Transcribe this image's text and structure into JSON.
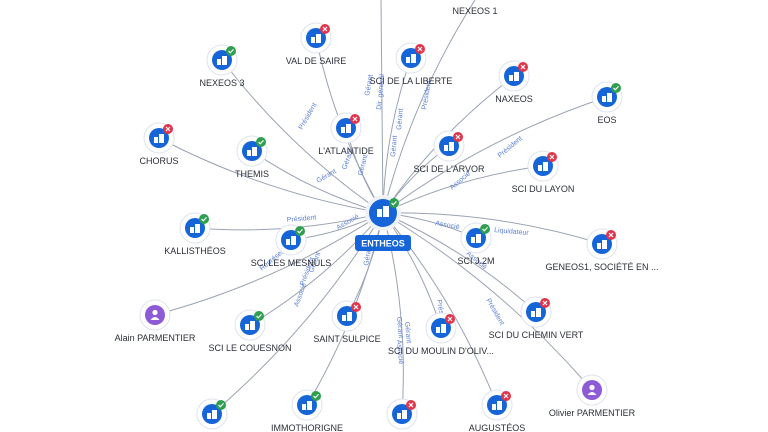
{
  "center": {
    "label": "ENTHEOS",
    "status": "ok",
    "icon": "building-icon"
  },
  "colors": {
    "company": "#1565d8",
    "person": "#8e5bd6",
    "ok": "#2e9e4f",
    "ko": "#e0354a",
    "edge": "#9aa3b2",
    "edge_label": "#5a7fd6"
  },
  "nodes": [
    {
      "id": "nexeos1",
      "label": "NEXEOS 1",
      "type": "company",
      "status": ""
    },
    {
      "id": "valdesaire",
      "label": "VAL DE SAIRE",
      "type": "company",
      "status": "ko"
    },
    {
      "id": "nexeos3",
      "label": "NEXEOS 3",
      "type": "company",
      "status": "ok"
    },
    {
      "id": "scilaliberte",
      "label": "SCI DE LA LIBERTE",
      "type": "company",
      "status": "ko"
    },
    {
      "id": "naxeos",
      "label": "NAXEOS",
      "type": "company",
      "status": "ko"
    },
    {
      "id": "eos",
      "label": "EOS",
      "type": "company",
      "status": "ok"
    },
    {
      "id": "chorus",
      "label": "CHORUS",
      "type": "company",
      "status": "ko"
    },
    {
      "id": "latlantide",
      "label": "L'ATLANTIDE",
      "type": "company",
      "status": "ko"
    },
    {
      "id": "themis",
      "label": "THEMIS",
      "type": "company",
      "status": "ok"
    },
    {
      "id": "scidelarvor",
      "label": "SCI DE L'ARVOR",
      "type": "company",
      "status": "ko"
    },
    {
      "id": "scidulayon",
      "label": "SCI DU LAYON",
      "type": "company",
      "status": "ko"
    },
    {
      "id": "kallistheos",
      "label": "KALLISTHÉOS",
      "type": "company",
      "status": "ok"
    },
    {
      "id": "scilesmesnuls",
      "label": "SCI LES MESNULS",
      "type": "company",
      "status": "ok"
    },
    {
      "id": "scij2m",
      "label": "SCI J.2M",
      "type": "company",
      "status": "ok"
    },
    {
      "id": "geneos1",
      "label": "GENEOS1, SOCIÉTÉ EN ...",
      "type": "company",
      "status": "ko"
    },
    {
      "id": "alain",
      "label": "Alain PARMENTIER",
      "type": "person",
      "status": ""
    },
    {
      "id": "scilecouesnon",
      "label": "SCI LE COUESNON",
      "type": "company",
      "status": "ok"
    },
    {
      "id": "saintsulpice",
      "label": "SAINT SULPICE",
      "type": "company",
      "status": "ko"
    },
    {
      "id": "scidumoulin",
      "label": "SCI DU MOULIN D'OLIV...",
      "type": "company",
      "status": "ko"
    },
    {
      "id": "scidecheminvert",
      "label": "SCI DU CHEMIN VERT",
      "type": "company",
      "status": "ko"
    },
    {
      "id": "olivier",
      "label": "Olivier PARMENTIER",
      "type": "person",
      "status": ""
    },
    {
      "id": "immothorigne",
      "label": "IMMOTHORIGNE",
      "type": "company",
      "status": "ok"
    },
    {
      "id": "augusteos",
      "label": "AUGUSTÉOS",
      "type": "company",
      "status": "ko"
    },
    {
      "id": "bottomleft",
      "label": "",
      "type": "company",
      "status": "ok"
    },
    {
      "id": "bottommid",
      "label": "",
      "type": "company",
      "status": "ko"
    }
  ],
  "edge_labels": [
    "Président",
    "Gérant",
    "Dir. général",
    "Gérant",
    "Président",
    "Gérant",
    "Président",
    "Gérant",
    "Gérant",
    "Gérant",
    "Associé",
    "Président",
    "Président",
    "Gérant",
    "Associé",
    "Gérant",
    "Associé",
    "Liquidateur",
    "Représentant",
    "Associé",
    "Gérant",
    "Gérant",
    "Associé",
    "Président",
    "Président",
    "Associé"
  ]
}
